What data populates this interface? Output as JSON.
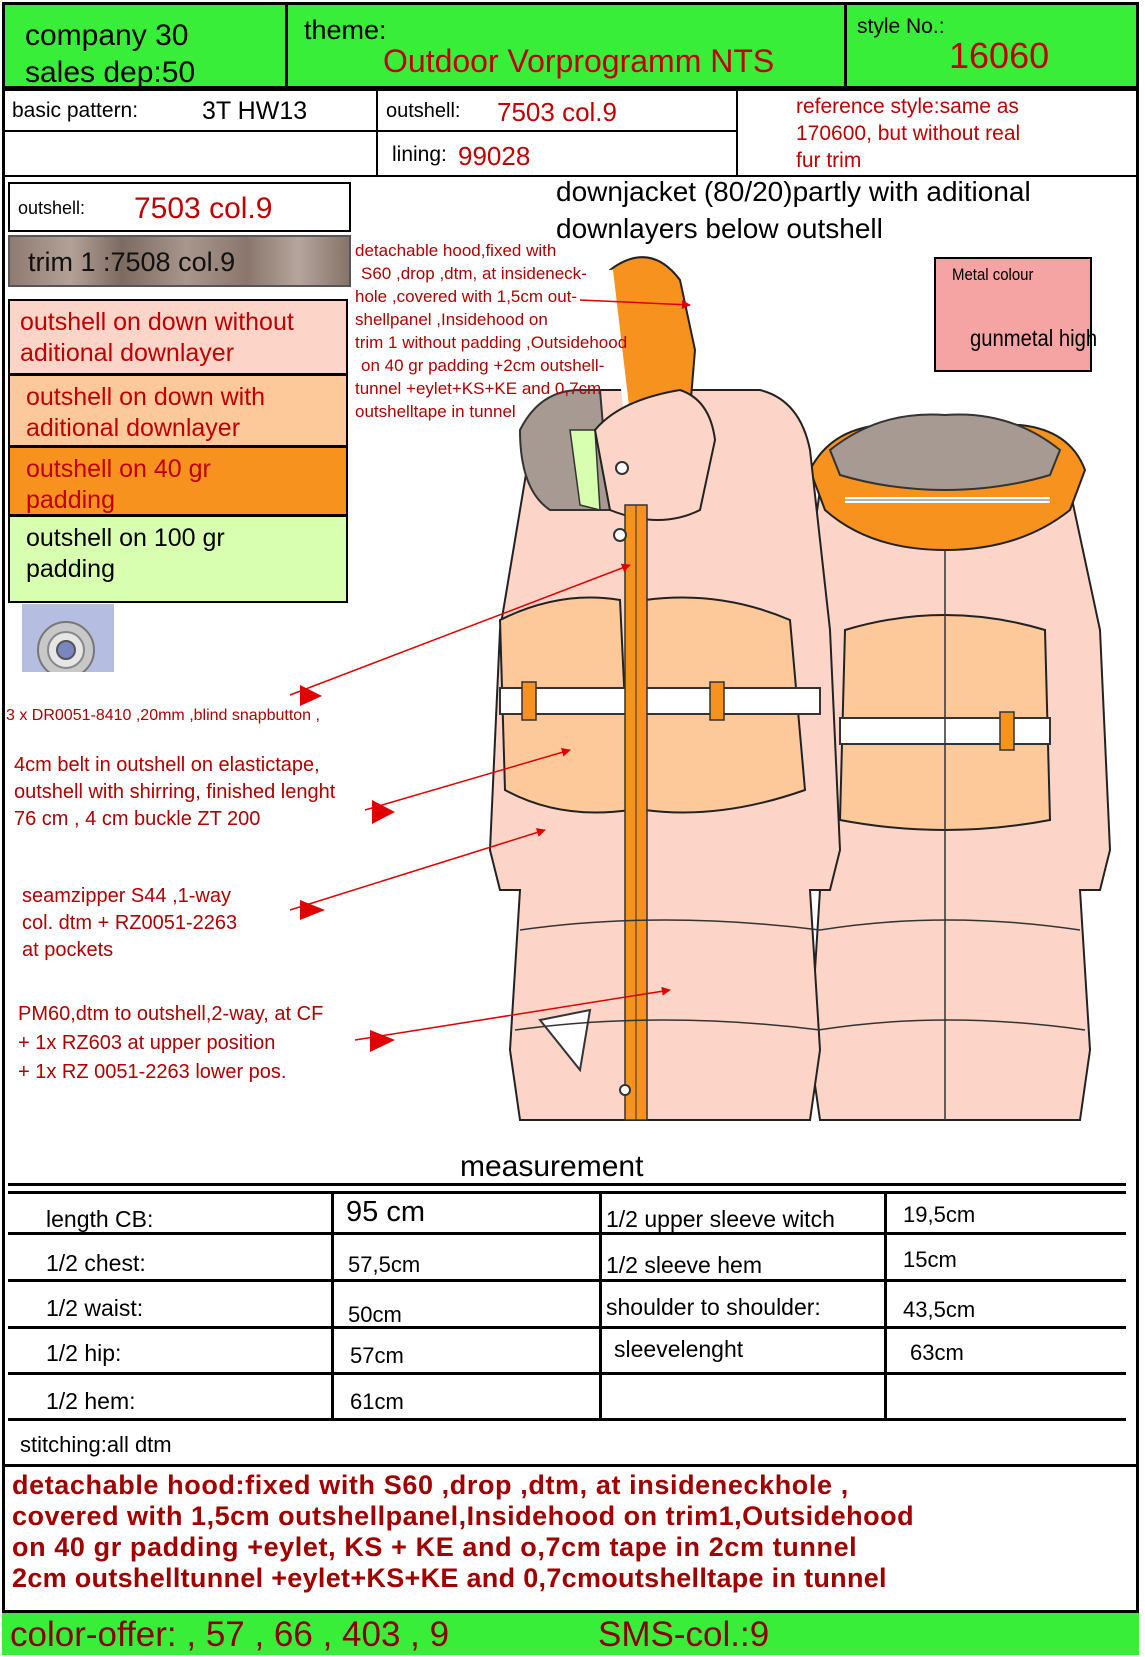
{
  "header": {
    "company_line1": "company 30",
    "company_line2": "sales dep:50",
    "theme_label": "theme:",
    "theme_value": "Outdoor Vorprogramm NTS",
    "style_label": "style No.:",
    "style_value": "16060"
  },
  "info": {
    "basic_pattern_label": "basic pattern:",
    "basic_pattern_value": "3T HW13",
    "outshell_label": "outshell:",
    "outshell_value": "7503 col.9",
    "lining_label": "lining:",
    "lining_value": "99028",
    "reference_line1": "reference style:same as",
    "reference_line2": "170600, but without real",
    "reference_line3": "fur trim"
  },
  "swatches": {
    "outshell_label": "outshell:",
    "outshell_value": "7503 col.9",
    "trim_label": "trim 1 :7508 col.9"
  },
  "legend": [
    {
      "line1": "outshell on down without",
      "line2": "aditional downlayer",
      "color": "#fcd5c8",
      "text_color": "#c00000"
    },
    {
      "line1": "outshell on down with",
      "line2": "aditional downlayer",
      "color": "#fdc89a",
      "text_color": "#c00000"
    },
    {
      "line1": "outshell on 40 gr",
      "line2": "padding",
      "color": "#f7921e",
      "text_color": "#c00000"
    },
    {
      "line1": "outshell on 100 gr",
      "line2": "padding",
      "color": "#d8ffb0",
      "text_color": "#000000"
    }
  ],
  "title": {
    "line1": "downjacket (80/20)partly with aditional",
    "line2": "downlayers below outshell"
  },
  "metal": {
    "label": "Metal colour",
    "value": "gunmetal high"
  },
  "annotations": {
    "hood": [
      "detachable hood,fixed with",
      "S60 ,drop ,dtm, at insideneck-",
      "hole ,covered with 1,5cm out-",
      "shellpanel ,Insidehood on",
      "trim 1 without padding ,Outsidehood",
      "on 40 gr padding +2cm outshell-",
      "tunnel +eylet+KS+KE and 0,7cm",
      "outshelltape in tunnel"
    ],
    "snap": "3 x DR0051-8410 ,20mm ,blind snapbutton ,",
    "belt": [
      "4cm belt in outshell on elastictape,",
      "outshell with shirring, finished lenght",
      "76 cm , 4 cm buckle ZT 200"
    ],
    "pocket": [
      "seamzipper S44 ,1-way",
      "col. dtm + RZ0051-2263",
      "at pockets"
    ],
    "cf": [
      "PM60,dtm to outshell,2-way, at CF",
      "+ 1x RZ603 at upper position",
      "+ 1x RZ 0051-2263 lower pos."
    ]
  },
  "measurement": {
    "title": "measurement",
    "rows": [
      {
        "l_label": "length CB:",
        "l_value": "95 cm",
        "r_label": "1/2  upper sleeve witch",
        "r_value": "19,5cm"
      },
      {
        "l_label": "1/2  chest:",
        "l_value": "57,5cm",
        "r_label": "1/2  sleeve hem",
        "r_value": "15cm"
      },
      {
        "l_label": "1/2  waist:",
        "l_value": "50cm",
        "r_label": "shoulder to shoulder:",
        "r_value": "43,5cm"
      },
      {
        "l_label": "1/2  hip:",
        "l_value": "57cm",
        "r_label": "sleevelenght",
        "r_value": "63cm"
      },
      {
        "l_label": "1/2  hem:",
        "l_value": "61cm",
        "r_label": "",
        "r_value": ""
      }
    ]
  },
  "stitching": "stitching:all dtm",
  "hood_note": [
    "detachable hood:fixed with S60 ,drop ,dtm, at insideneckhole ,",
    "covered with 1,5cm outshellpanel,Insidehood on trim1,Outsidehood",
    "on 40 gr padding +eylet, KS + KE and o,7cm tape in 2cm tunnel",
    "2cm outshelltunnel +eylet+KS+KE and 0,7cmoutshelltape in tunnel"
  ],
  "footer": {
    "color_offer": "color-offer: , 57 , 66 , 403 , 9",
    "sms": "SMS-col.:9"
  },
  "colors": {
    "header_green": "#39ee39",
    "text_red": "#c00000",
    "jacket_pink": "#fcd5c8",
    "jacket_orange": "#f7921e",
    "metal_box": "#f5a3a3"
  }
}
